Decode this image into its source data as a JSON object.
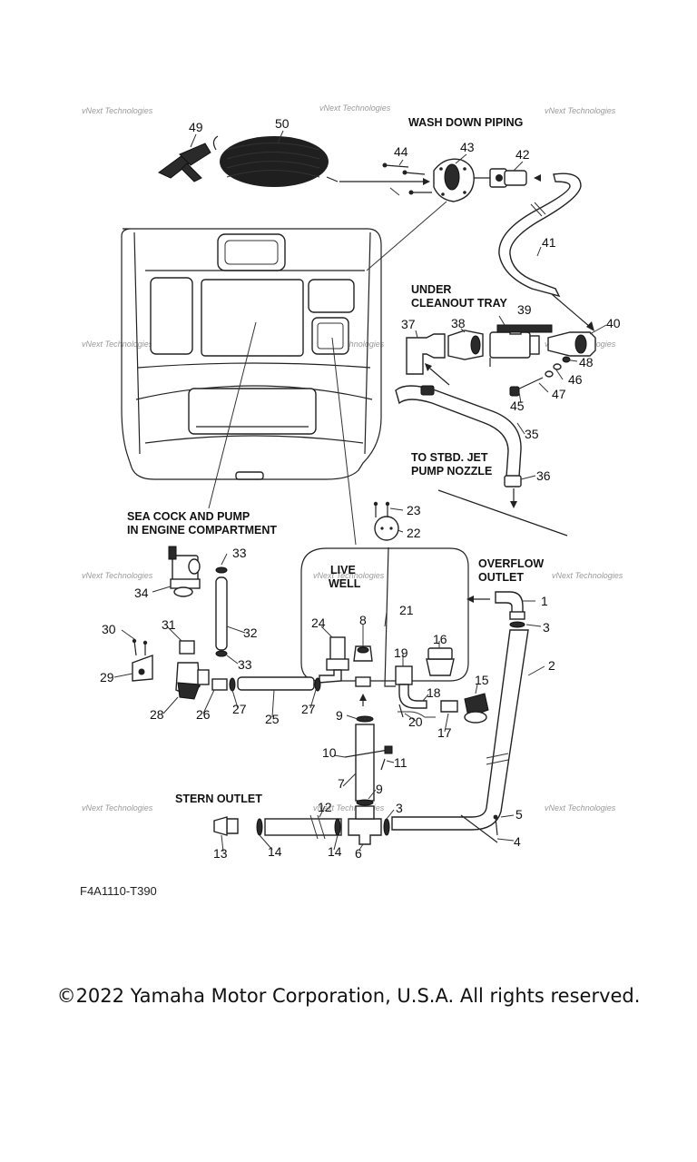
{
  "headings": {
    "wash_down_piping": "WASH DOWN PIPING",
    "under_cleanout_line1": "UNDER",
    "under_cleanout_line2": "CLEANOUT TRAY",
    "to_stbd_line1": "TO STBD. JET",
    "to_stbd_line2": "PUMP NOZZLE",
    "sea_cock_line1": "SEA COCK AND PUMP",
    "sea_cock_line2": "IN ENGINE COMPARTMENT",
    "overflow_line1": "OVERFLOW",
    "overflow_line2": "OUTLET",
    "live_well_line1": "LIVE",
    "live_well_line2": "WELL",
    "stern_outlet": "STERN OUTLET"
  },
  "part_numbers": [
    "1",
    "2",
    "3",
    "3",
    "4",
    "5",
    "6",
    "7",
    "8",
    "9",
    "9",
    "10",
    "11",
    "12",
    "13",
    "14",
    "14",
    "15",
    "16",
    "17",
    "18",
    "19",
    "20",
    "21",
    "22",
    "23",
    "24",
    "25",
    "26",
    "27",
    "27",
    "28",
    "29",
    "30",
    "31",
    "32",
    "33",
    "33",
    "34",
    "35",
    "36",
    "37",
    "38",
    "39",
    "40",
    "41",
    "42",
    "43",
    "44",
    "45",
    "46",
    "47",
    "48",
    "49",
    "50"
  ],
  "watermark": "vNext Technologies",
  "figure_code": "F4A1110-T390",
  "copyright": "©2022 Yamaha Motor Corporation, U.S.A. All rights reserved."
}
